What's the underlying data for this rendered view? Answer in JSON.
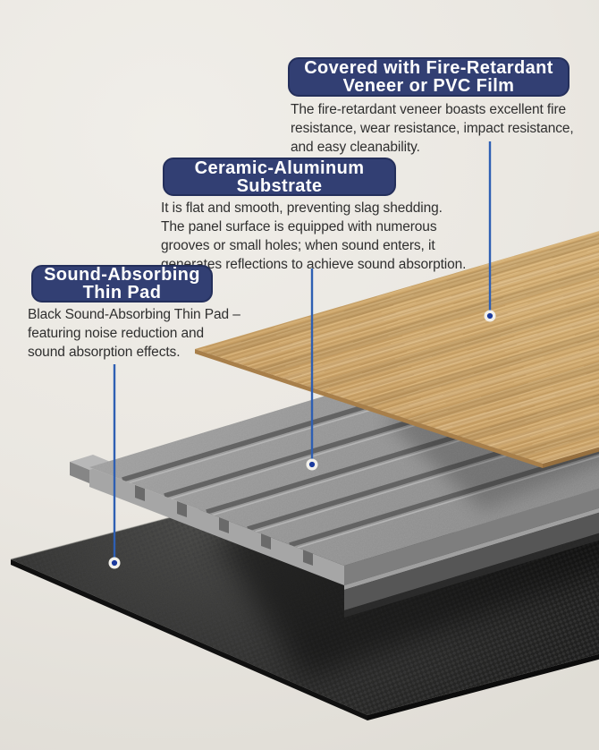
{
  "callouts": [
    {
      "id": "veneer",
      "title_lines": [
        "Covered with Fire-Retardant",
        "Veneer or PVC Film"
      ],
      "body_lines": [
        "The fire-retardant veneer boasts excellent fire",
        "resistance, wear resistance, impact resistance,",
        "and easy cleanability."
      ]
    },
    {
      "id": "substrate",
      "title_lines": [
        "Ceramic-Aluminum",
        "Substrate"
      ],
      "body_lines": [
        "It is flat and smooth, preventing slag shedding.",
        "The panel surface is equipped with numerous",
        "grooves or small holes; when sound enters, it",
        "generates reflections to achieve sound absorption."
      ]
    },
    {
      "id": "pad",
      "title_lines": [
        "Sound-Absorbing",
        "Thin Pad"
      ],
      "body_lines": [
        "Black Sound-Absorbing Thin Pad –",
        "featuring noise reduction and",
        "sound absorption effects."
      ]
    }
  ],
  "colors": {
    "callout_bg": "#323F73",
    "callout_border": "#242F5B",
    "callout_text": "#FFFFFF",
    "body_text": "#2F2F2F",
    "leader_line": "#2E5FB3",
    "dot_fill": "#1B3A9D",
    "dot_ring": "#F2F0EA",
    "background": "#EAE7E1",
    "wood_layer": "#CFA76E",
    "substrate_layer": "#949494",
    "pad_layer": "#262626"
  },
  "scene": {
    "layer_names": [
      "wood-veneer-panel",
      "ceramic-aluminum-substrate-panel",
      "sound-absorbing-pad-panel"
    ]
  }
}
